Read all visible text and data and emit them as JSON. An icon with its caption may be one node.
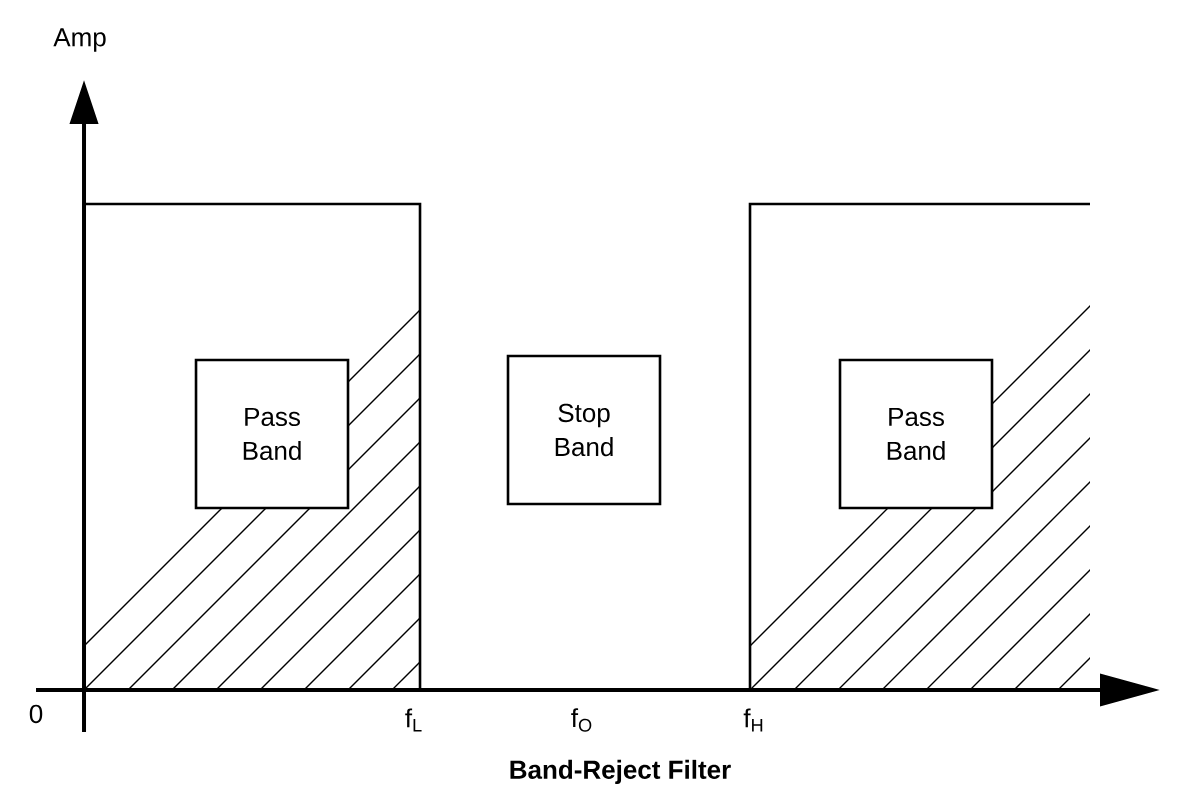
{
  "diagram": {
    "caption": "Band-Reject Filter",
    "nodes": [
      {
        "text": [
          "Pass Band"
        ]
      },
      {
        "text": [
          "Stop Band"
        ]
      },
      {
        "text": [
          "Pass Band"
        ]
      }
    ],
    "labels": [
      "Amp",
      "0",
      "f$_{L}$",
      "f$_{O}$",
      "f$_{H}$"
    ]
  }
}
